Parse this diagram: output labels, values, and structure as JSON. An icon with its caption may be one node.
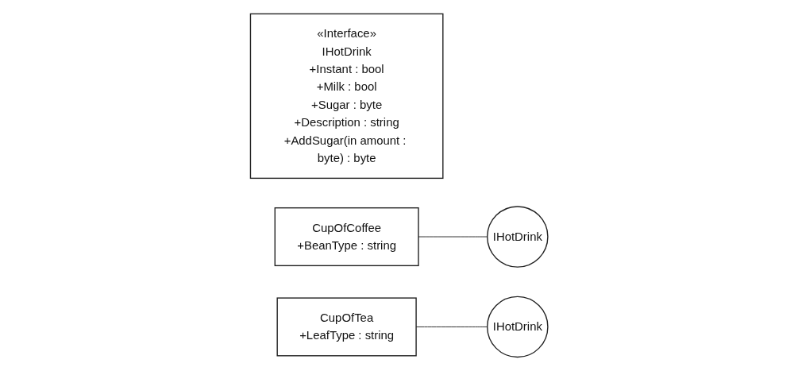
{
  "diagram": {
    "nodes": [
      {
        "text": [
          "«Interface»",
          "IHotDrink",
          "+Instant : bool",
          "+Milk : bool",
          "+Sugar : byte",
          "+Description : string",
          "+AddSugar(in amount : byte) : byte"
        ]
      },
      {
        "text": [
          "CupOfCoffee",
          "+BeanType : string"
        ]
      },
      {
        "text": [
          "IHotDrink"
        ]
      },
      {
        "text": [
          "CupOfTea",
          "+LeafType : string"
        ]
      },
      {
        "text": [
          "IHotDrink"
        ]
      }
    ],
    "edges": [
      {
        "from": 1,
        "to": 2,
        "arrow": "none"
      },
      {
        "from": 3,
        "to": 4,
        "arrow": "none"
      }
    ]
  }
}
